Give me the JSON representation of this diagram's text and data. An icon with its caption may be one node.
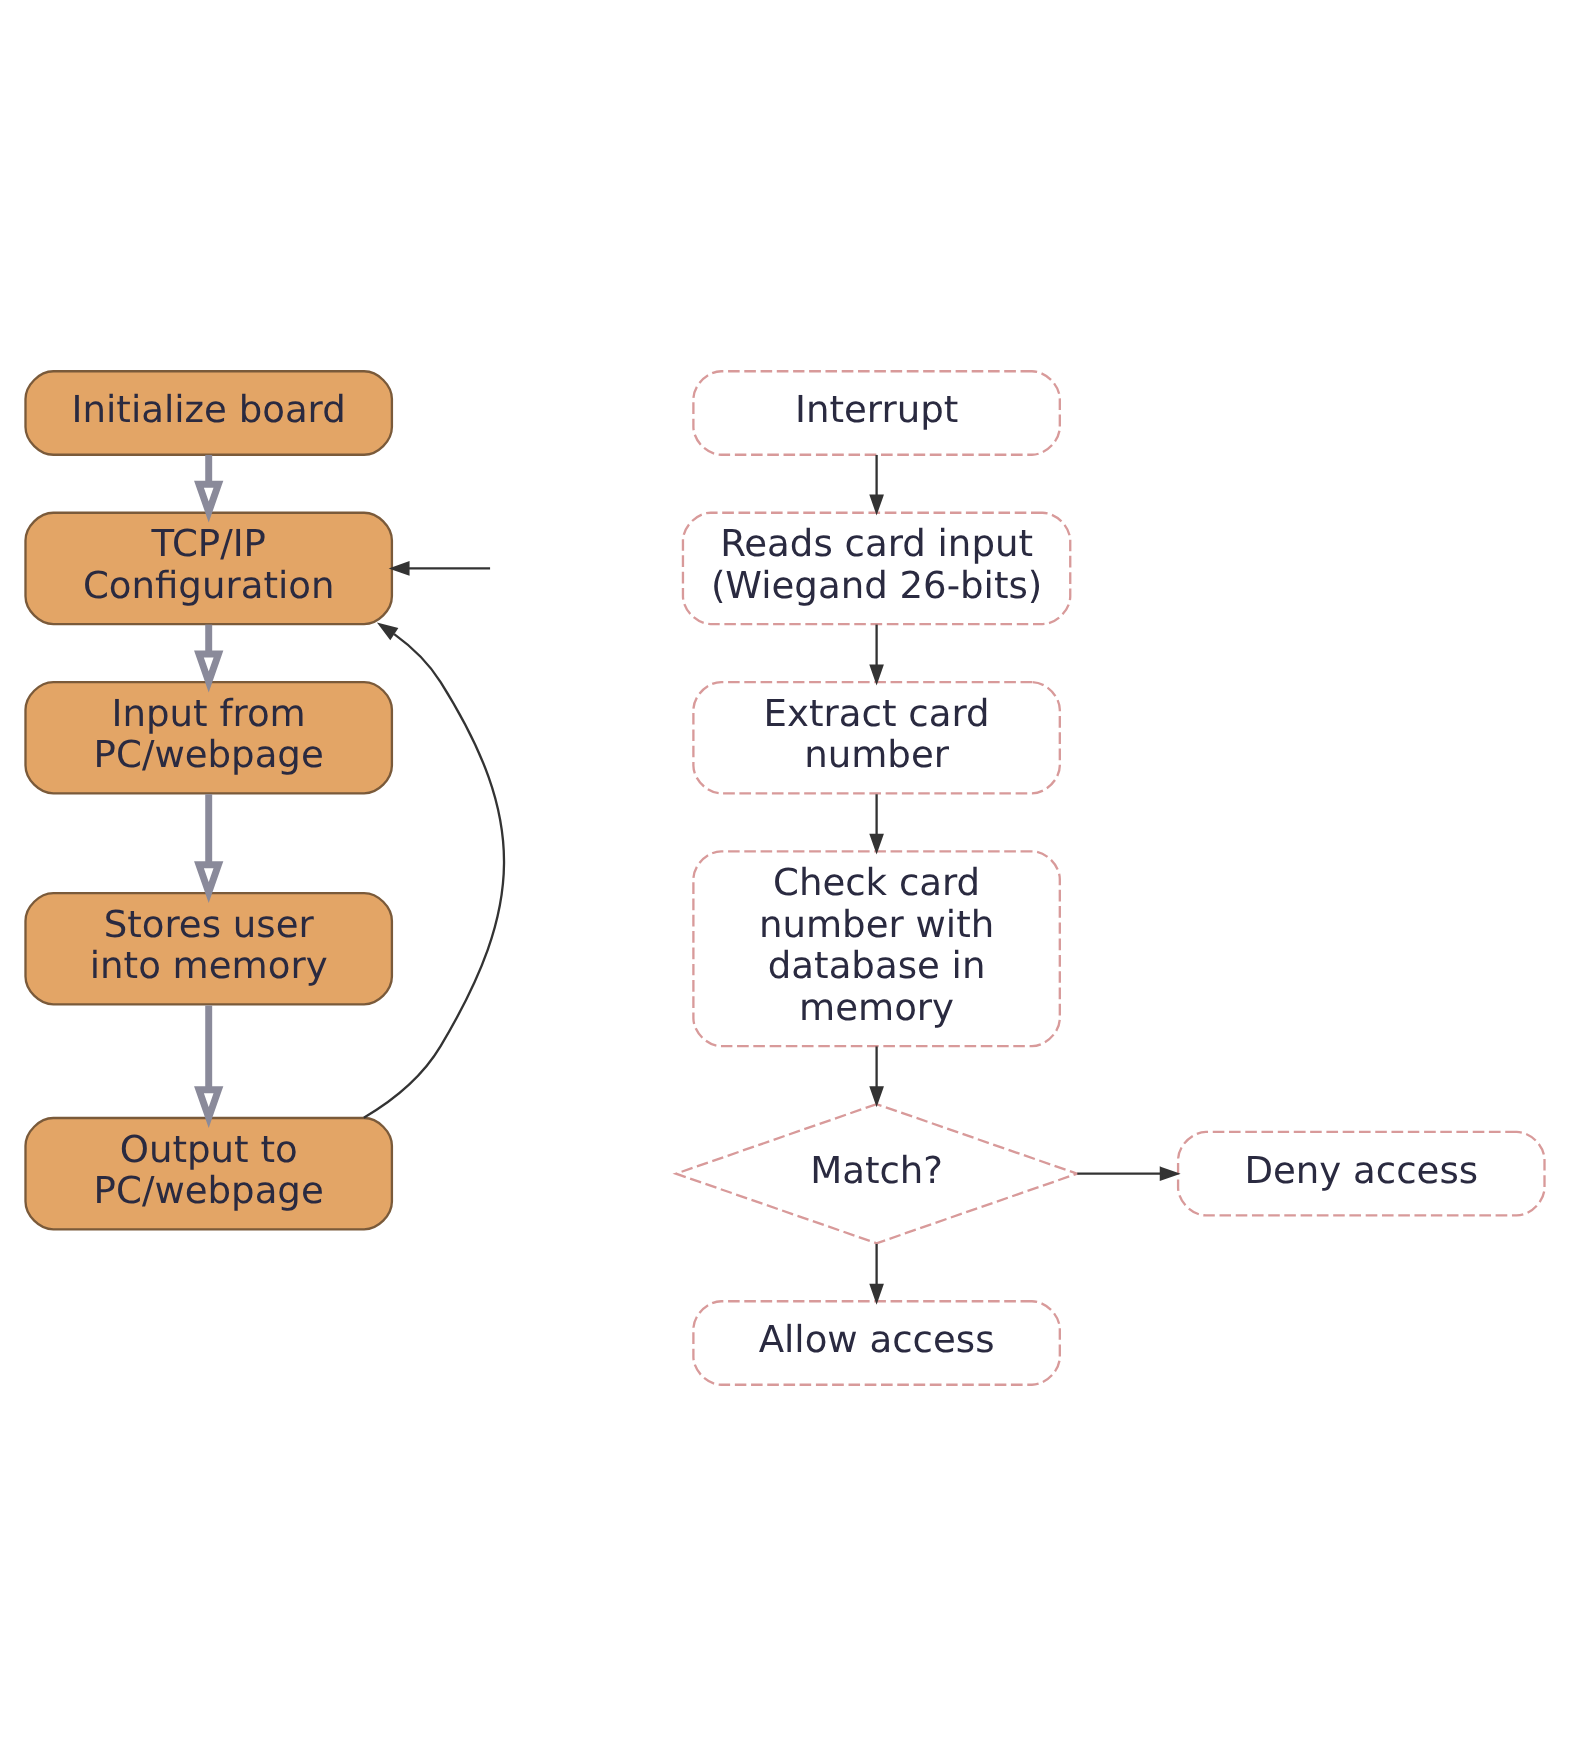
{
  "diagram": {
    "nodes": [
      {
        "text": [
          "Initialize board"
        ]
      },
      {
        "text": [
          "TCP/IP Configuration"
        ]
      },
      {
        "text": [
          "Input from PC/webpage"
        ]
      },
      {
        "text": [
          "Stores user into memory"
        ]
      },
      {
        "text": [
          "Output to PC/webpage"
        ]
      },
      {
        "text": [
          "Interrupt"
        ]
      },
      {
        "text": [
          "Reads card input (Wiegand 26-bits)"
        ]
      },
      {
        "text": [
          "Extract card number"
        ]
      },
      {
        "text": [
          "Check card number with database in memory"
        ]
      },
      {
        "text": [
          "Match?"
        ]
      },
      {
        "text": [
          "Deny access"
        ]
      },
      {
        "text": [
          "Allow access"
        ]
      }
    ],
    "edges": [
      {
        "from": 0,
        "to": 1,
        "arrow": "to",
        "style": "thick",
        "color": "#8a8a9a"
      },
      {
        "from": 1,
        "to": 2,
        "arrow": "to",
        "style": "thick",
        "color": "#8a8a9a"
      },
      {
        "from": 2,
        "to": 3,
        "arrow": "to",
        "style": "thick",
        "color": "#8a8a9a"
      },
      {
        "from": 3,
        "to": 4,
        "arrow": "to",
        "style": "thick",
        "color": "#8a8a9a"
      },
      {
        "from": 4,
        "to": 1,
        "arrow": "to"
      },
      {
        "from": null,
        "to": 1,
        "arrow": "to"
      },
      {
        "from": 5,
        "to": 6,
        "arrow": "to"
      },
      {
        "from": 6,
        "to": 7,
        "arrow": "to"
      },
      {
        "from": 7,
        "to": 8,
        "arrow": "to"
      },
      {
        "from": 8,
        "to": 9,
        "arrow": "to"
      },
      {
        "from": 9,
        "to": 10,
        "arrow": "to"
      },
      {
        "from": 9,
        "to": 11,
        "arrow": "to"
      }
    ]
  }
}
